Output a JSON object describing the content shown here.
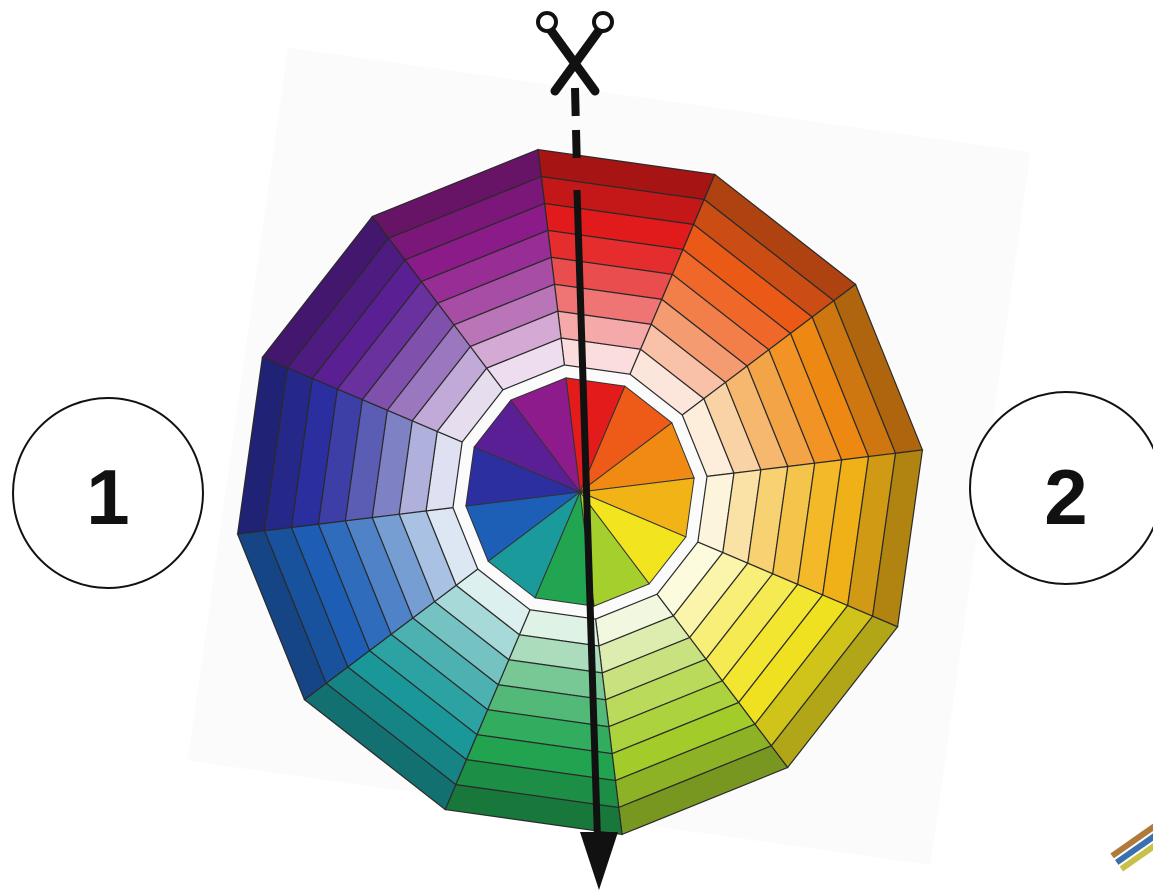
{
  "labels": {
    "left": "1",
    "right": "2"
  },
  "wheel": {
    "segments": 12,
    "rings": 8,
    "hues": [
      {
        "name": "red",
        "color": "#e41b1b"
      },
      {
        "name": "red-orange",
        "color": "#ee5a17"
      },
      {
        "name": "orange",
        "color": "#f08a12"
      },
      {
        "name": "yellow-orange",
        "color": "#f2b317"
      },
      {
        "name": "yellow",
        "color": "#f2e41f"
      },
      {
        "name": "yellow-green",
        "color": "#a5cf2c"
      },
      {
        "name": "green",
        "color": "#21a551"
      },
      {
        "name": "blue-green",
        "color": "#1a9a9b"
      },
      {
        "name": "blue",
        "color": "#1d5fb6"
      },
      {
        "name": "blue-violet",
        "color": "#2c2fa0"
      },
      {
        "name": "violet",
        "color": "#5b1f95"
      },
      {
        "name": "red-violet",
        "color": "#8e1b8c"
      }
    ]
  },
  "icons": {
    "scissors": "scissors-icon",
    "cut_line": "cut-line",
    "arrow": "arrow-down-icon"
  }
}
